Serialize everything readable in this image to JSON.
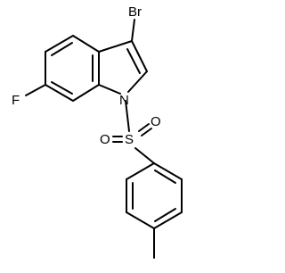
{
  "molecule": {
    "atoms": {
      "br": "Br",
      "f": "F",
      "n": "N",
      "s": "S",
      "o_left": "O",
      "o_right": "O"
    }
  }
}
